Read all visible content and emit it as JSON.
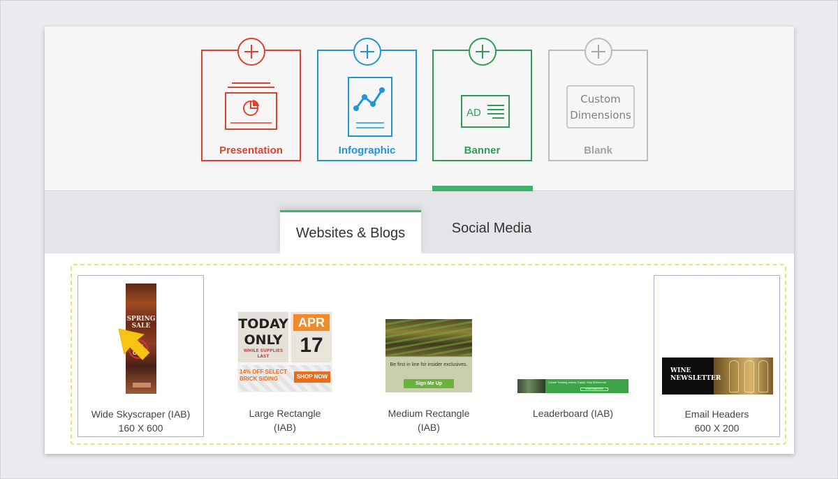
{
  "document_types": [
    {
      "label": "Presentation",
      "color": "#e0412f"
    },
    {
      "label": "Infographic",
      "color": "#1f94d9"
    },
    {
      "label": "Banner",
      "color": "#2f9c55"
    },
    {
      "label": "Blank",
      "color": "#a3a3a3",
      "illustration": {
        "line1": "Custom",
        "line2": "Dimensions"
      }
    }
  ],
  "banner_illustration": {
    "ad": "AD"
  },
  "active_type": "Banner",
  "tabs": [
    {
      "label": "Websites & Blogs",
      "active": true
    },
    {
      "label": "Social Media",
      "active": false
    }
  ],
  "formats": [
    {
      "name": "Wide Skyscraper (IAB)",
      "dims": "160 X 600",
      "selected": true,
      "thumb": {
        "line1": "SPRING",
        "line2": "SALE",
        "offer1": "70%",
        "offer2": "OFF"
      }
    },
    {
      "name": "Large Rectangle (IAB)",
      "dims": "",
      "selected": false,
      "thumb": {
        "today": "TODAY",
        "only": "ONLY",
        "supplies": "WHILE SUPPLIES LAST",
        "month": "APR",
        "day": "17",
        "promo": "14% OFF SELECT BRICK SIDING",
        "button": "SHOP NOW"
      }
    },
    {
      "name": "Medium Rectangle (IAB)",
      "dims": "",
      "selected": false,
      "thumb": {
        "text": "Be first in line for insider exclusives.",
        "button": "Sign Me Up"
      }
    },
    {
      "name": "Leaderboard (IAB)",
      "dims": "",
      "selected": false,
      "thumb": {
        "text": "Create Training videos. Easily. Only $99/month",
        "button": "SUBSCRIBE NOW"
      }
    },
    {
      "name": "Email Headers",
      "dims": "600 X 200",
      "selected": true,
      "thumb": {
        "line1": "WINE",
        "line2": "NEWSLETTER"
      }
    }
  ],
  "colors": {
    "accent_green": "#3fb36c",
    "highlight_dashed": "#f5dc7a",
    "cursor": "#f6c514"
  }
}
